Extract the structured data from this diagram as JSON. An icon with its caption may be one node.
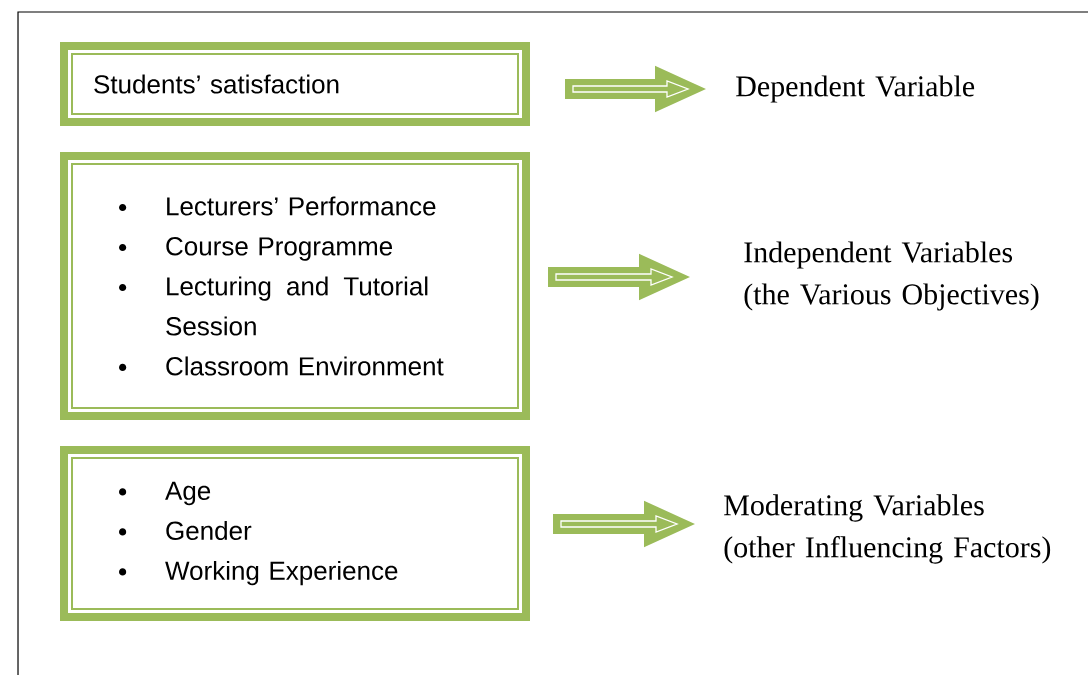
{
  "diagram": {
    "nodes": [
      {
        "text": [
          "Students’ satisfaction"
        ]
      },
      {
        "text": [
          "Dependent Variable"
        ]
      },
      {
        "text": [
          "Lecturers’ Performance",
          "Course Programme",
          "Lecturing and Tutorial Session",
          "Classroom Environment"
        ]
      },
      {
        "text": [
          "Independent Variables (the Various Objectives)"
        ]
      },
      {
        "text": [
          "Age",
          "Gender",
          "Working Experience"
        ]
      },
      {
        "text": [
          "Moderating Variables (other Influencing Factors)"
        ]
      }
    ],
    "edges": [
      {
        "from": 0,
        "to": 1,
        "arrow": "to"
      },
      {
        "from": 2,
        "to": 3,
        "arrow": "to"
      },
      {
        "from": 4,
        "to": 5,
        "arrow": "to"
      }
    ]
  }
}
